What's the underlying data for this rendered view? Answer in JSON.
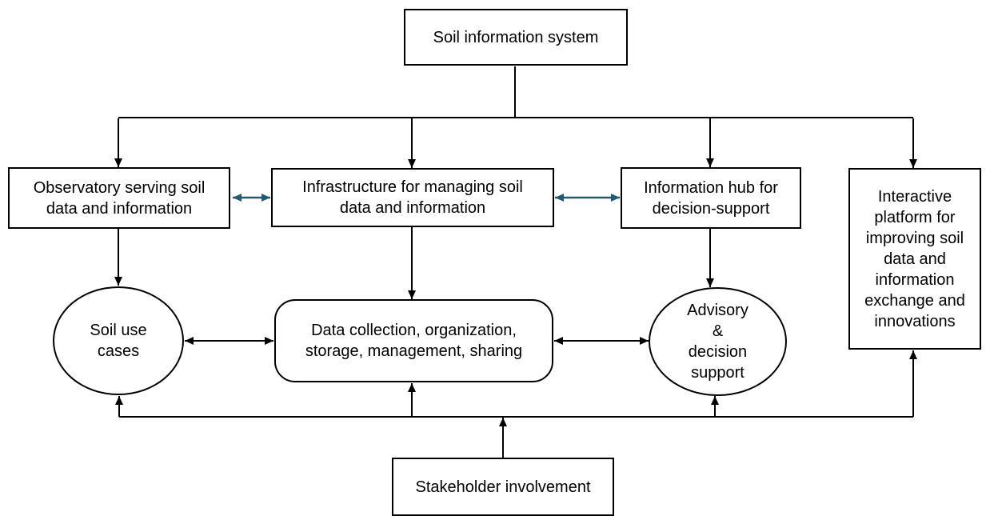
{
  "diagram": {
    "colors": {
      "background": "#ffffff",
      "line": "#000000",
      "accent_arrow": "#1f5c73",
      "node_fill": "#ffffff"
    },
    "nodes": {
      "soil_information_system": {
        "label": "Soil information system"
      },
      "observatory": {
        "label": "Observatory serving soil\ndata and information"
      },
      "infrastructure": {
        "label": "Infrastructure for managing soil\ndata and information"
      },
      "information_hub": {
        "label": "Information hub for\ndecision-support"
      },
      "interactive_platform": {
        "label": "Interactive\nplatform for\nimproving soil\ndata and\ninformation\nexchange and\ninnovations"
      },
      "soil_use_cases": {
        "label": "Soil use\ncases"
      },
      "data_collection": {
        "label": "Data collection, organization,\nstorage, management, sharing"
      },
      "advisory": {
        "label": "Advisory\n&\ndecision\nsupport"
      },
      "stakeholder_involvement": {
        "label": "Stakeholder involvement"
      }
    }
  }
}
